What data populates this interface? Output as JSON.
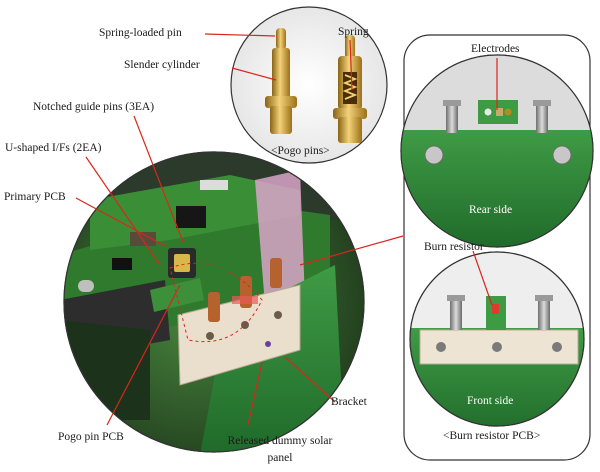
{
  "labels": {
    "spring_loaded_pin": "Spring-loaded pin",
    "spring": "Spring",
    "slender_cylinder": "Slender cylinder",
    "pogo_pins": "<Pogo pins>",
    "notched_guide_pins": "Notched guide pins (3EA)",
    "u_shaped_ifs": "U-shaped I/Fs (2EA)",
    "primary_pcb": "Primary PCB",
    "electrodes": "Electrodes",
    "rear_side": "Rear side",
    "burn_resistor": "Burn resistor",
    "front_side": "Front side",
    "burn_resistor_pcb": "<Burn resistor PCB>",
    "bracket": "Bracket",
    "pogo_pin_pcb": "Pogo pin PCB",
    "released_dummy_panel_1": "Released dummy solar",
    "released_dummy_panel_2": "panel"
  },
  "colors": {
    "leader_line": "#d9261c",
    "pcb_green": "#2f8a3a",
    "gold": "#d8a83a",
    "ceramic": "#e9dccb"
  }
}
